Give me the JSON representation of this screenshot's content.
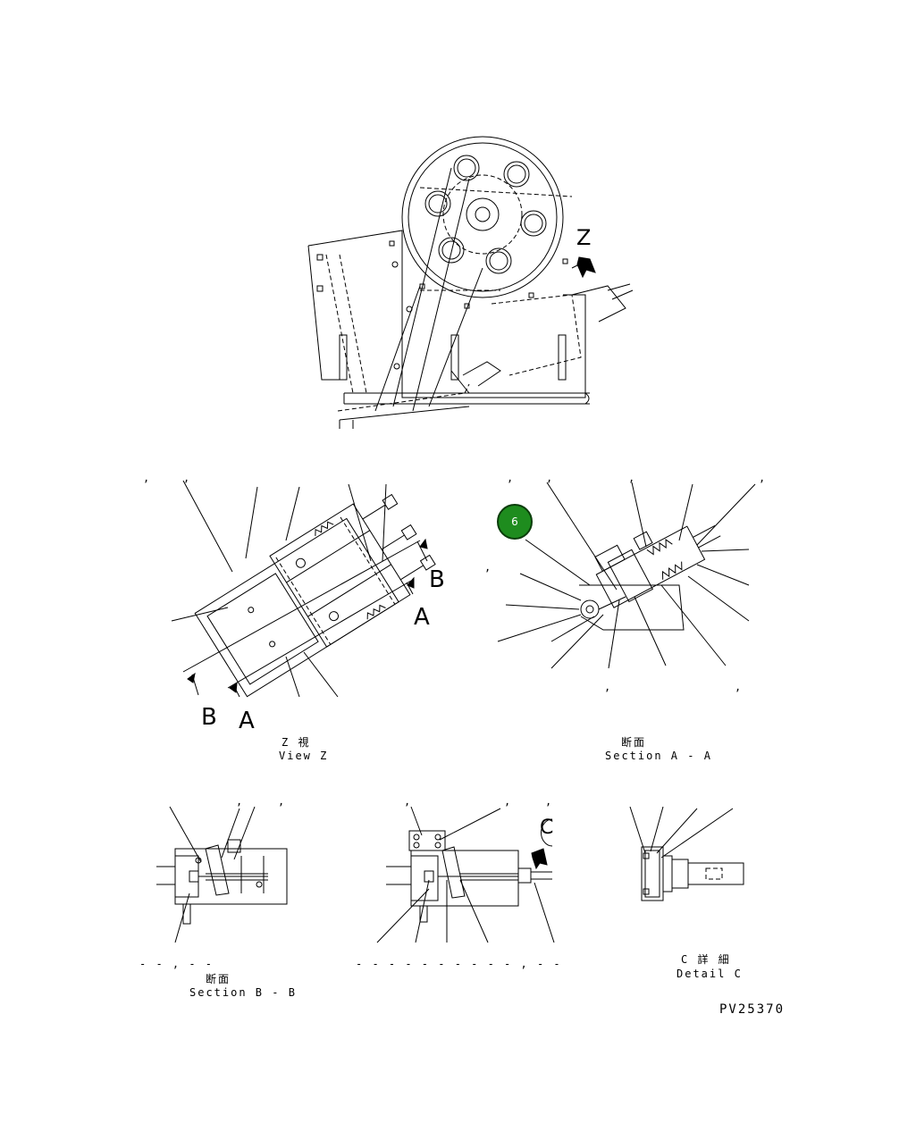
{
  "main_view": {
    "view_arrow_letter": "Z"
  },
  "view_z": {
    "arrow_b_left": "B",
    "arrow_a_left": "A",
    "arrow_b_right": "B",
    "arrow_a_right": "A",
    "caption_jp": "Z 視",
    "caption_en": "View Z"
  },
  "section_aa": {
    "caption_jp": "断面",
    "caption_en": "Section A - A",
    "badge_number": "6"
  },
  "section_bb": {
    "caption_jp": "断面",
    "caption_en": "Section B - B",
    "dashes_left": "- - , - -",
    "dashes_mid": "- -   - -   - -   - -   - - , - -"
  },
  "detail_c": {
    "marker_letter": "C",
    "caption_jp": "C 詳 細",
    "caption_en": "Detail C"
  },
  "drawing_number": "PV25370",
  "colors": {
    "badge_fill": "#1e8c1e",
    "line": "#000000"
  }
}
